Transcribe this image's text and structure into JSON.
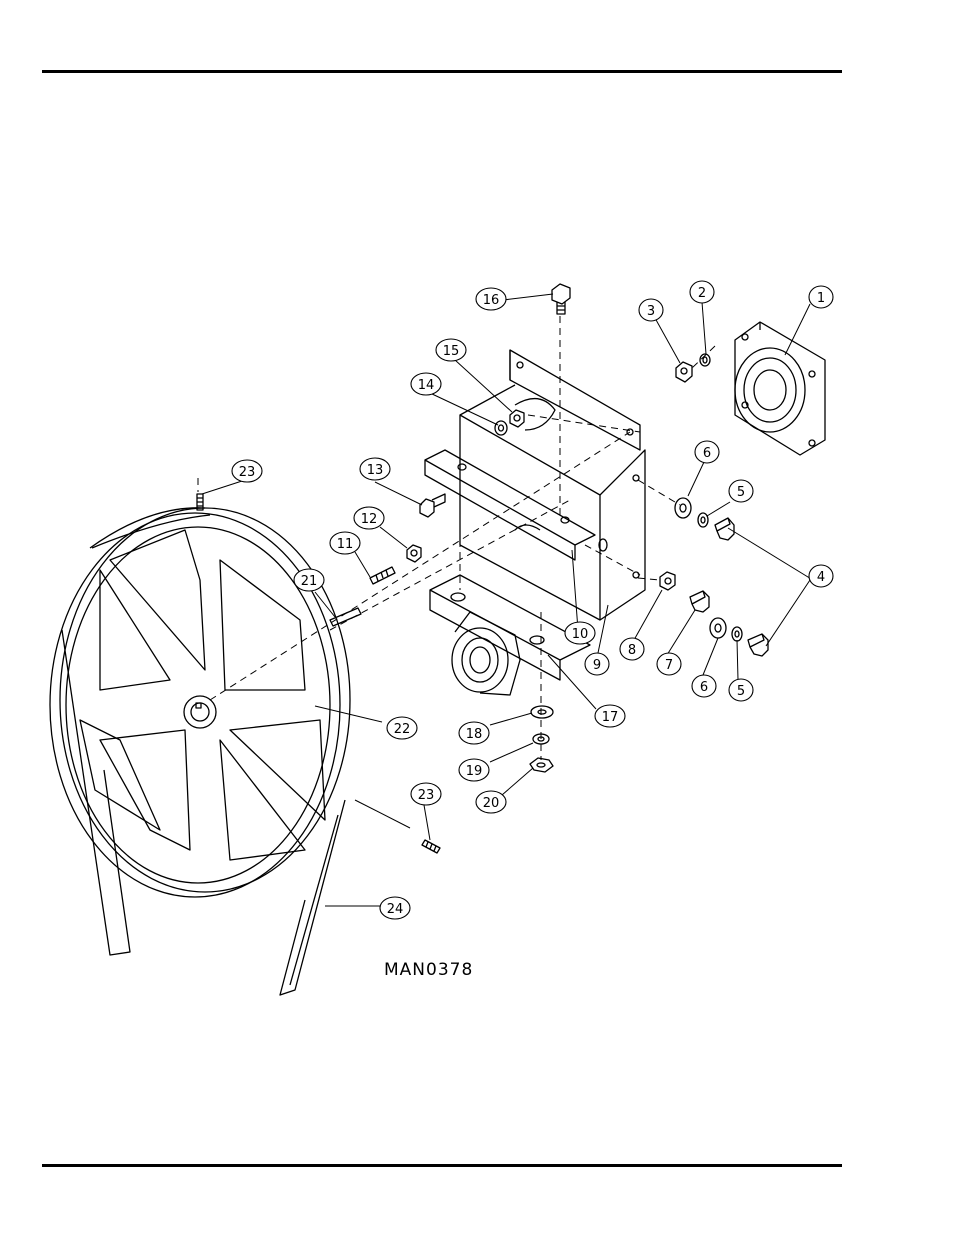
{
  "drawing_id": "MAN0378",
  "callouts": [
    {
      "n": "1"
    },
    {
      "n": "2"
    },
    {
      "n": "3"
    },
    {
      "n": "4"
    },
    {
      "n": "5"
    },
    {
      "n": "5"
    },
    {
      "n": "6"
    },
    {
      "n": "6"
    },
    {
      "n": "7"
    },
    {
      "n": "8"
    },
    {
      "n": "9"
    },
    {
      "n": "10"
    },
    {
      "n": "11"
    },
    {
      "n": "12"
    },
    {
      "n": "13"
    },
    {
      "n": "14"
    },
    {
      "n": "15"
    },
    {
      "n": "16"
    },
    {
      "n": "17"
    },
    {
      "n": "18"
    },
    {
      "n": "19"
    },
    {
      "n": "20"
    },
    {
      "n": "21"
    },
    {
      "n": "22"
    },
    {
      "n": "23"
    },
    {
      "n": "23"
    },
    {
      "n": "24"
    }
  ]
}
